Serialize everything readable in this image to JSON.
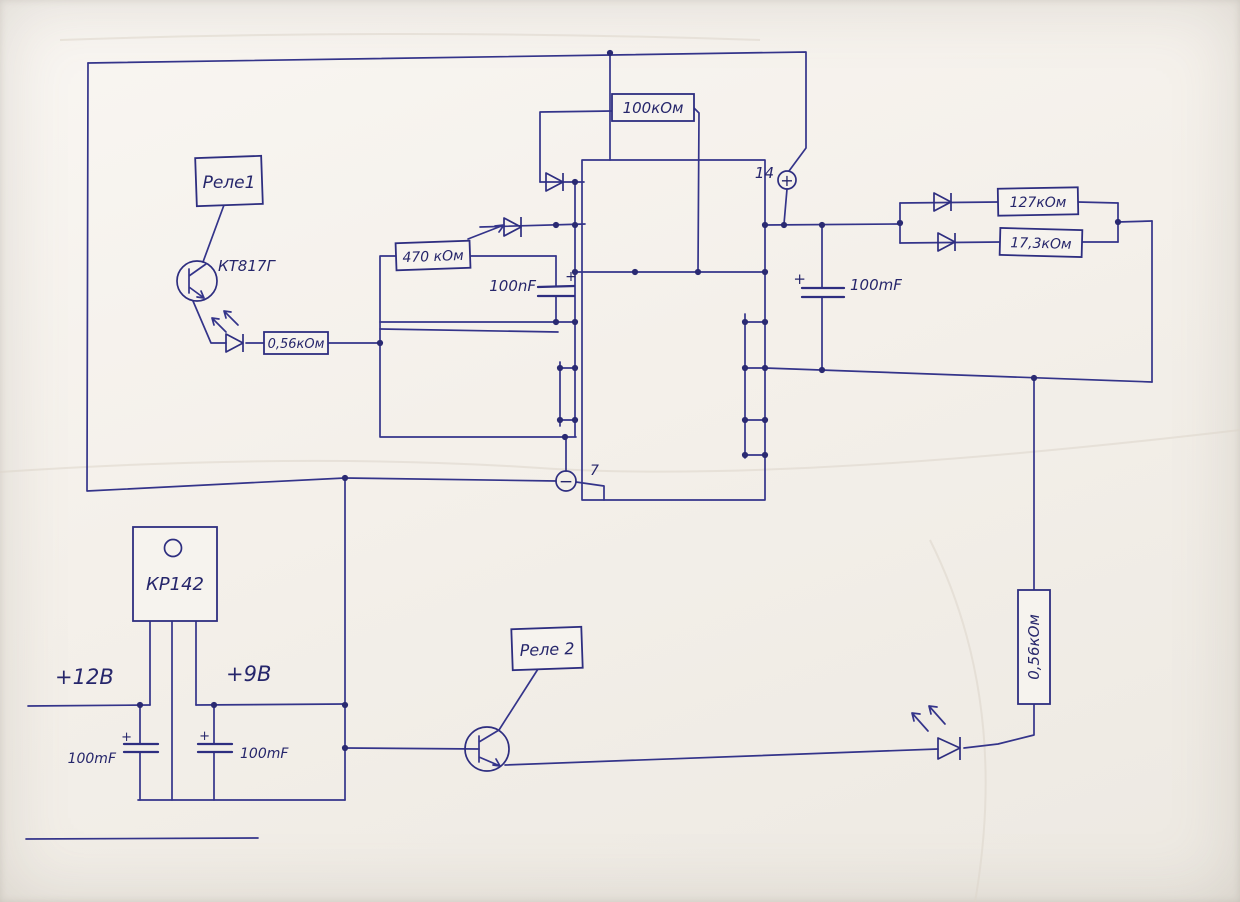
{
  "diagram_type": "hand-drawn circuit schematic on paper",
  "ink_color": "#34348a",
  "paper_color": "#f4f0ea",
  "components": {
    "relay1": {
      "label": "Реле1"
    },
    "transistor1": {
      "label": "КТ817Г"
    },
    "led_resistor_left": {
      "label": "0,56кОм"
    },
    "resistor_470k": {
      "label": "470 кОм"
    },
    "capacitor_center": {
      "label": "100nF",
      "polarity": "+"
    },
    "resistor_100k": {
      "label": "100кОм"
    },
    "supply_plus_node": {
      "pin": "14",
      "symbol": "+"
    },
    "resistor_127k": {
      "label": "127кОм"
    },
    "resistor_17_3k": {
      "label": "17,3кОм"
    },
    "capacitor_right": {
      "label": "100mF",
      "polarity": "+"
    },
    "ground_minus_node": {
      "pin": "7",
      "symbol": "−"
    },
    "regulator": {
      "label": "КР142"
    },
    "rail_12v": {
      "label": "+12В"
    },
    "rail_9v": {
      "label": "+9В"
    },
    "capacitor_bottom_left_1": {
      "label": "100mF",
      "polarity": "+"
    },
    "capacitor_bottom_left_2": {
      "label": "100mF",
      "polarity": "+"
    },
    "relay2": {
      "label": "Реле 2"
    },
    "resistor_right_vertical": {
      "label": "0,56кОм"
    }
  }
}
